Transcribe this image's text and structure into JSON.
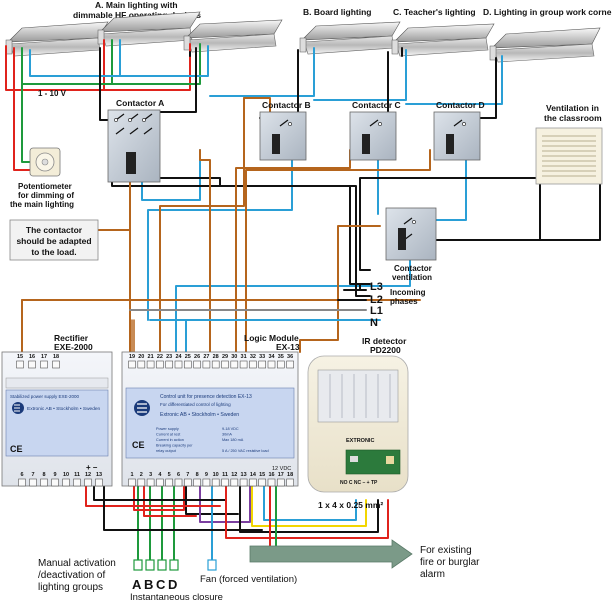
{
  "titles": {
    "main_lighting": "A. Main lighting with",
    "main_lighting_2": "dimmable HF operating devices",
    "board_lighting": "B. Board lighting",
    "teacher_lighting": "C. Teacher's lighting",
    "group_corner": "D. Lighting in group work corner"
  },
  "labels": {
    "voltage": "1 - 10 V",
    "contactor_a": "Contactor A",
    "contactor_b": "Contactor B",
    "contactor_c": "Contactor C",
    "contactor_d": "Contactor D",
    "ventilation": "Ventilation in",
    "ventilation_2": "the classroom",
    "potentiometer": "Potentiometer",
    "potentiometer_2": "for dimming of",
    "potentiometer_3": "the main lighting",
    "note_1": "The contactor",
    "note_2": "should be adapted",
    "note_3": "to the load.",
    "contactor_vent": "Contactor",
    "contactor_vent_2": "ventilation",
    "l3": "L3",
    "l2": "L2",
    "l1": "L1",
    "n": "N",
    "incoming": "Incoming",
    "phases": "phases",
    "rectifier": "Rectifier",
    "rectifier_model": "EXE-2000",
    "logic_module": "Logic Module",
    "logic_model": "EX-13",
    "ir_detector": "IR detector",
    "ir_model": "PD2200",
    "cable": "1 x 4 x 0.25 mm²",
    "manual": "Manual activation",
    "manual_2": "/deactivation of",
    "manual_3": "lighting groups",
    "group_a": "A",
    "group_b": "B",
    "group_c": "C",
    "group_d": "D",
    "instantaneous": "Instantaneous closure",
    "fan": "Fan (forced ventilation)",
    "fire_1": "For existing",
    "fire_2": "fire or burglar",
    "fire_3": "alarm"
  },
  "rectifier_panel": {
    "title": "Stabilized power supply EXE-2000",
    "brand": "Extronic AB • Stockholm • Sweden",
    "terminals_top": [
      "15",
      "16",
      "17",
      "18"
    ],
    "terminals_bottom": [
      "6",
      "7",
      "8",
      "9",
      "10",
      "11",
      "12",
      "13"
    ],
    "polarity": "+ –"
  },
  "logic_panel": {
    "title": "Control unit for presence detection EX-13",
    "subtitle": "For differentiated control of lighting",
    "brand": "Extronic AB • Stockholm • Sweden",
    "terminals_top": [
      "19",
      "20",
      "21",
      "22",
      "23",
      "24",
      "25",
      "26",
      "27",
      "28",
      "29",
      "30",
      "31",
      "32",
      "33",
      "34",
      "35",
      "36"
    ],
    "terminals_bottom": [
      "1",
      "2",
      "3",
      "4",
      "5",
      "6",
      "7",
      "8",
      "9",
      "10",
      "11",
      "12",
      "13",
      "14",
      "15",
      "16",
      "17",
      "18"
    ],
    "voltage_tag": "12 VDC",
    "spec_rows": [
      "Power supply",
      "Current at rest",
      "Current in action",
      "Breaking capacity per",
      "relay output"
    ],
    "spec_values": [
      "9-18 VDC",
      "30mA",
      "Max 180 mA",
      "",
      "5 A / 250 VAC resistive load"
    ]
  },
  "ir_panel": {
    "brand": "EXTRONIC",
    "terminals": "NO C NC – + TP"
  },
  "colors": {
    "red": "#e0231c",
    "green": "#1e9a3c",
    "blue": "#2a9fd6",
    "brown": "#b5651d",
    "black": "#111111",
    "grey": "#888888",
    "yellow": "#f2d600",
    "purple": "#7b3fa0",
    "arrow": "#6b8a78",
    "module": "#f4f6fa",
    "panel_blue": "#c8d6f0"
  }
}
